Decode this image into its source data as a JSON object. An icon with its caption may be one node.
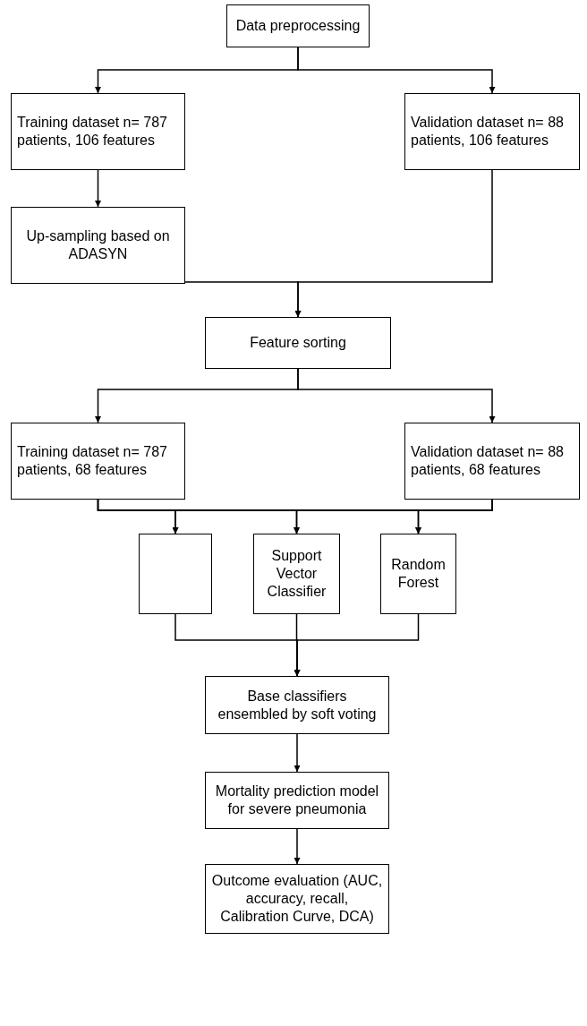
{
  "diagram": {
    "nodes": [
      {
        "text": [
          "Data preprocessing"
        ]
      },
      {
        "text": [
          "Training dataset n= 787 patients, 106 features"
        ]
      },
      {
        "text": [
          "Validation dataset n= 88 patients, 106 features"
        ]
      },
      {
        "text": [
          "Up-sampling based on ADASYN"
        ]
      },
      {
        "text": [
          "Feature sorting"
        ]
      },
      {
        "text": [
          "Training dataset n= 787 patients, 68 features"
        ]
      },
      {
        "text": [
          "Validation dataset n= 88 patients, 68 features"
        ]
      },
      {
        "text": [],
        "shape": "box"
      },
      {
        "text": [
          "Support Vector Classifier"
        ]
      },
      {
        "text": [
          "Random Forest"
        ]
      },
      {
        "text": [
          "Base classifiers ensembled by soft voting"
        ]
      },
      {
        "text": [
          "Mortality prediction model for severe pneumonia"
        ]
      },
      {
        "text": [
          "Outcome evaluation (AUC, accuracy, recall, Calibration Curve, DCA)"
        ]
      }
    ],
    "edges": [
      {
        "from": 0,
        "to": 1,
        "arrow": "to"
      },
      {
        "from": 0,
        "to": 2,
        "arrow": "to"
      },
      {
        "from": 1,
        "to": 3,
        "arrow": "to"
      },
      {
        "from": 3,
        "to": 4,
        "arrow": "to"
      },
      {
        "from": 2,
        "to": 4,
        "arrow": "to"
      },
      {
        "from": 4,
        "to": 5,
        "arrow": "to"
      },
      {
        "from": 4,
        "to": 6,
        "arrow": "to"
      },
      {
        "from": 5,
        "to": 7,
        "arrow": "to"
      },
      {
        "from": 5,
        "to": 8,
        "arrow": "to"
      },
      {
        "from": 5,
        "to": 9,
        "arrow": "to"
      },
      {
        "from": 6,
        "to": 7,
        "arrow": "to"
      },
      {
        "from": 6,
        "to": 8,
        "arrow": "to"
      },
      {
        "from": 6,
        "to": 9,
        "arrow": "to"
      },
      {
        "from": 7,
        "to": 10,
        "arrow": "to"
      },
      {
        "from": 8,
        "to": 10,
        "arrow": "to"
      },
      {
        "from": 9,
        "to": 10,
        "arrow": "to"
      },
      {
        "from": 10,
        "to": 11,
        "arrow": "to"
      },
      {
        "from": 11,
        "to": 12,
        "arrow": "to"
      }
    ]
  }
}
